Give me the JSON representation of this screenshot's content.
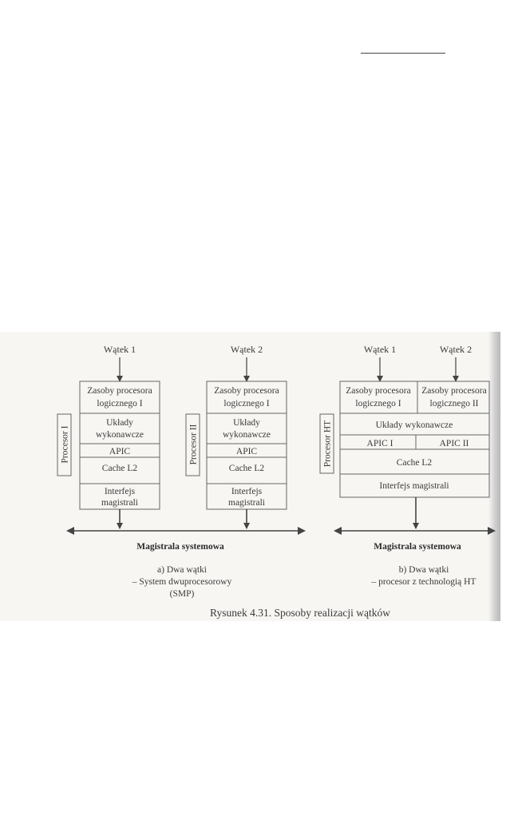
{
  "left": {
    "thread1": "Wątek 1",
    "thread2": "Wątek 2",
    "proc1": {
      "side": "Procesor I",
      "res": [
        "Zasoby procesora",
        "logicznego I"
      ],
      "exec": [
        "Układy",
        "wykonawcze"
      ],
      "apic": "APIC",
      "cache": "Cache L2",
      "bus": [
        "Interfejs",
        "magistrali"
      ]
    },
    "proc2": {
      "side": "Procesor II",
      "res": [
        "Zasoby procesora",
        "logicznego I"
      ],
      "exec": [
        "Układy",
        "wykonawcze"
      ],
      "apic": "APIC",
      "cache": "Cache L2",
      "bus": [
        "Interfejs",
        "magistrali"
      ]
    },
    "sysbus": "Magistrala systemowa",
    "caption": [
      "a) Dwa wątki",
      "– System dwuprocesorowy",
      "(SMP)"
    ]
  },
  "right": {
    "thread1": "Wątek 1",
    "thread2": "Wątek 2",
    "side": "Procesor HT",
    "res1": [
      "Zasoby procesora",
      "logicznego I"
    ],
    "res2": [
      "Zasoby procesora",
      "logicznego II"
    ],
    "exec": "Układy wykonawcze",
    "apic1": "APIC I",
    "apic2": "APIC II",
    "cache": "Cache L2",
    "bus": "Interfejs magistrali",
    "sysbus": "Magistrala systemowa",
    "caption": [
      "b) Dwa wątki",
      "– procesor z technologią HT"
    ]
  },
  "figure_caption": "Rysunek 4.31. Sposoby realizacji wątków"
}
